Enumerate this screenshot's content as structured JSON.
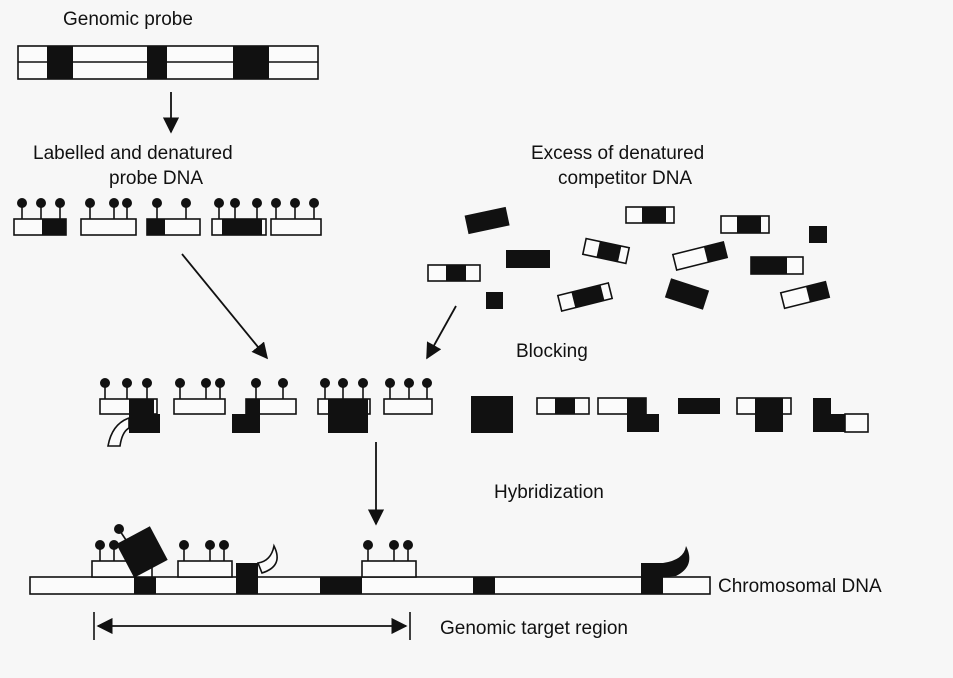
{
  "labels": {
    "genomic_probe": "Genomic probe",
    "labelled_line1": "Labelled and denatured",
    "labelled_line2": "probe DNA",
    "excess_line1": "Excess of denatured",
    "excess_line2": "competitor DNA",
    "blocking": "Blocking",
    "hybridization": "Hybridization",
    "chromosomal_dna": "Chromosomal DNA",
    "genomic_target_region": "Genomic target region"
  }
}
